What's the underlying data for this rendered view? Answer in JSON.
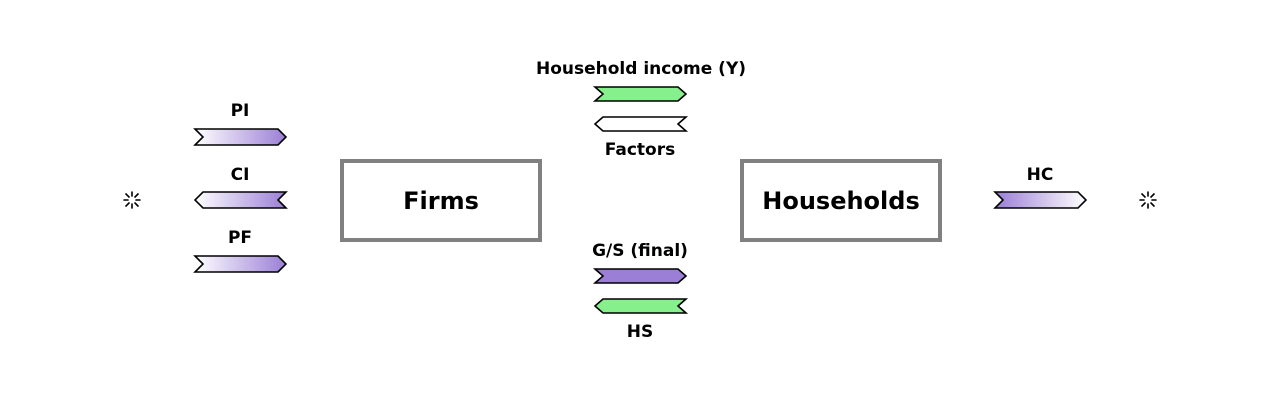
{
  "colors": {
    "purple": "#9b7fd6",
    "green": "#86f08c",
    "outline": "#000000",
    "box_border": "#808080"
  },
  "nodes": {
    "firms": "Firms",
    "households": "Households"
  },
  "flows": {
    "pi": {
      "label": "PI",
      "direction": "right",
      "fill": "gradient-purple"
    },
    "ci": {
      "label": "CI",
      "direction": "left",
      "fill": "gradient-purple"
    },
    "pf": {
      "label": "PF",
      "direction": "right",
      "fill": "gradient-purple"
    },
    "household_income": {
      "label": "Household income (Y)",
      "direction": "right",
      "fill": "green"
    },
    "factors": {
      "label": "Factors",
      "direction": "left",
      "fill": "white"
    },
    "gs_final": {
      "label": "G/S (final)",
      "direction": "right",
      "fill": "purple"
    },
    "hs": {
      "label": "HS",
      "direction": "left",
      "fill": "green"
    },
    "hc": {
      "label": "HC",
      "direction": "right",
      "fill": "gradient-purple-reverse"
    }
  },
  "icons": {
    "left_source": "cloud-sink-icon",
    "right_sink": "cloud-sink-icon"
  }
}
